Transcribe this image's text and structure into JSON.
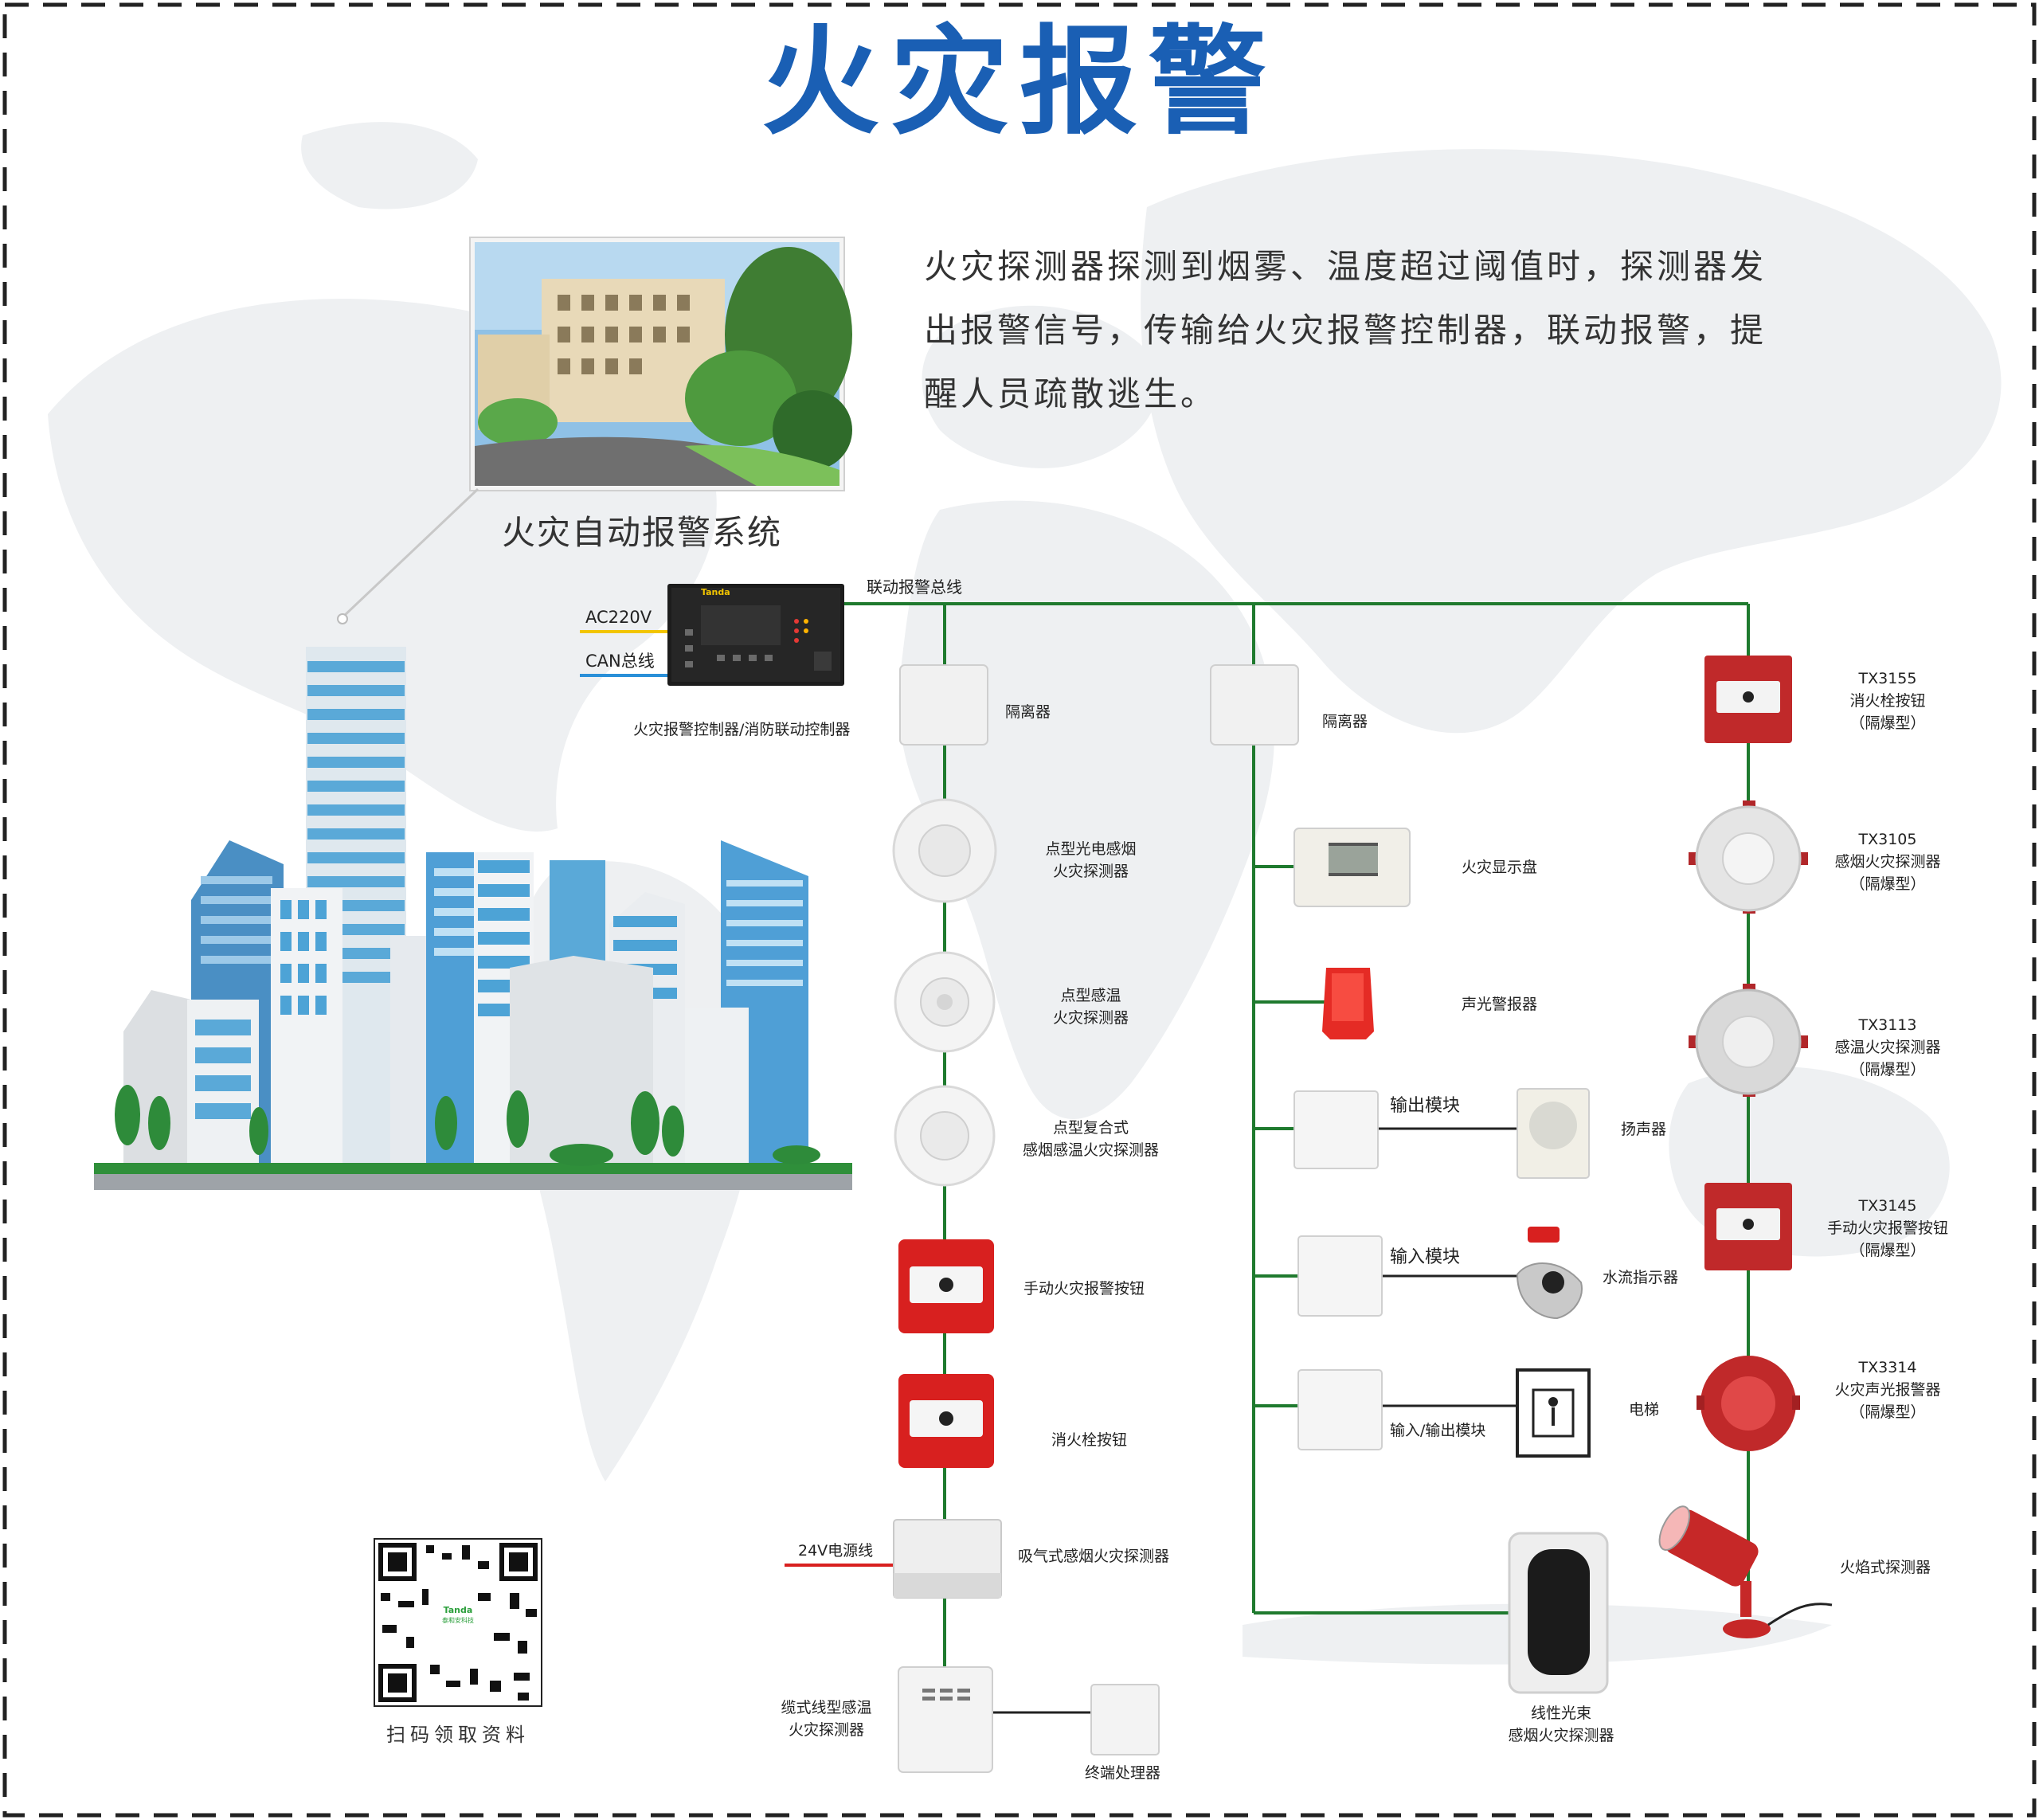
{
  "title": "火灾报警",
  "description": "火灾探测器探测到烟雾、温度超过阈值时，探测器发出报警信号，传输给火灾报警控制器，联动报警，提醒人员疏散逃生。",
  "system_label": "火灾自动报警系统",
  "bus_label": "联动报警总线",
  "power_labels": {
    "ac": "AC220V",
    "can": "CAN总线",
    "dc24": "24V电源线"
  },
  "controller_label": "火灾报警控制器/消防联动控制器",
  "controller_brand": "Tanda",
  "qr_text": "扫码领取资料",
  "qr_brand": [
    "Tanda",
    "泰和安科技"
  ],
  "colors": {
    "title": "#1a5fb4",
    "bus": "#1f7a2e",
    "power_ac": "#f2c500",
    "power_can": "#2a8fd8",
    "power_dc": "#d8201f"
  },
  "branch1": [
    {
      "label": "隔离器",
      "icon": "isolator"
    },
    {
      "label": "点型光电感烟\n火灾探测器",
      "icon": "smoke-detector"
    },
    {
      "label": "点型感温\n火灾探测器",
      "icon": "heat-detector"
    },
    {
      "label": "点型复合式\n感烟感温火灾探测器",
      "icon": "combo-detector"
    },
    {
      "label": "手动火灾报警按钮",
      "icon": "manual-call-point"
    },
    {
      "label": "消火栓按钮",
      "icon": "hydrant-button"
    },
    {
      "label": "吸气式感烟火灾探测器",
      "icon": "aspirating-detector"
    },
    {
      "label": "缆式线型感温\n火灾探测器",
      "icon": "linear-heat-detector"
    },
    {
      "label": "终端处理器",
      "icon": "terminal-processor"
    }
  ],
  "branch2": [
    {
      "label": "隔离器",
      "icon": "isolator"
    },
    {
      "label": "火灾显示盘",
      "icon": "fire-display-panel"
    },
    {
      "label": "声光警报器",
      "icon": "alarm-sounder"
    },
    {
      "label": "输出模块",
      "icon": "output-module",
      "target": "扬声器"
    },
    {
      "label": "输入模块",
      "icon": "input-module",
      "target": "水流指示器"
    },
    {
      "label": "输入/输出模块",
      "icon": "io-module",
      "target": "电梯"
    },
    {
      "label": "线性光束\n感烟火灾探测器",
      "icon": "beam-detector"
    }
  ],
  "branch3": [
    {
      "label": "TX3155\n消火栓按钮\n（隔爆型）",
      "icon": "explosion-proof-hydrant-button"
    },
    {
      "label": "TX3105\n感烟火灾探测器\n（隔爆型）",
      "icon": "explosion-proof-smoke-detector"
    },
    {
      "label": "TX3113\n感温火灾探测器\n（隔爆型）",
      "icon": "explosion-proof-heat-detector"
    },
    {
      "label": "TX3145\n手动火灾报警按钮\n（隔爆型）",
      "icon": "explosion-proof-call-point"
    },
    {
      "label": "TX3314\n火灾声光报警器\n（隔爆型）",
      "icon": "explosion-proof-sounder"
    },
    {
      "label": "火焰式探测器",
      "icon": "flame-detector"
    }
  ]
}
